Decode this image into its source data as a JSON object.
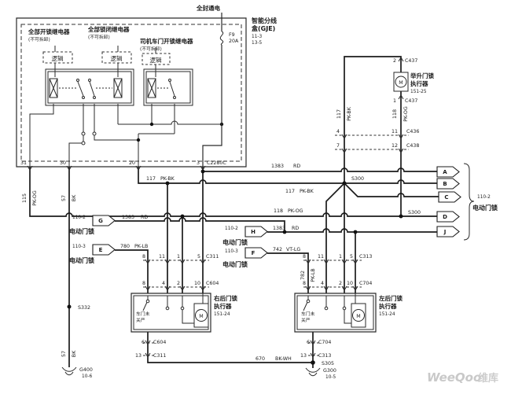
{
  "header": {
    "power_feed": "全封通电",
    "box_name_1": "智能分线",
    "box_name_2": "盒(GJE)",
    "box_ref_1": "11-3",
    "box_ref_2": "13-5",
    "fuse_name": "F9",
    "fuse_rating": "20A"
  },
  "relays": {
    "r1_name": "全部开锁继电器",
    "r1_note": "(不可拆卸)",
    "r2_name": "全部锁闭继电器",
    "r2_note": "(不可拆卸)",
    "r3_name": "司机车门开锁继电器",
    "r3_note": "(不可拆卸)",
    "logic": "逻辑"
  },
  "c2280c": {
    "label": "C2280C",
    "p31": "31",
    "p30": "30",
    "p20": "20",
    "p3": "3"
  },
  "wires": {
    "w115n": "115",
    "w115c": "PK-OG",
    "w57n": "57",
    "w57c": "BK",
    "w117n": "117",
    "w117c": "PK-BK",
    "w118n": "118",
    "w118c": "PK-OG",
    "w1383n": "1383",
    "w1383c": "RD",
    "w780n": "780",
    "w780c": "PK-LB",
    "w742n": "742",
    "w742c": "VT-LG",
    "w782n": "782",
    "w782c": "PK-LB",
    "w670n": "670",
    "w670c": "BK-WH"
  },
  "liftgate": {
    "t1": "举升门锁",
    "t2": "执行器",
    "ref": "151-25",
    "p2": "2",
    "p1": "1",
    "conn": "C437",
    "motor": "M"
  },
  "c436": {
    "label": "C436",
    "pl": "4",
    "pr": "11"
  },
  "c438": {
    "label": "C438",
    "pl": "7",
    "pr": "12"
  },
  "splices": {
    "s300": "S300",
    "s305": "S305",
    "s332": "S332"
  },
  "grounds": {
    "g400n": "G400",
    "g400r": "10-6",
    "g300n": "G300",
    "g300r": "10-5"
  },
  "pages": {
    "p1102": "110-2",
    "p1103": "110-3",
    "system": "电动门锁"
  },
  "conn_letters": {
    "a": "A",
    "b": "B",
    "c": "C",
    "d": "D",
    "j": "J",
    "g": "G",
    "e": "E",
    "h": "H",
    "f": "F"
  },
  "la": {
    "t1": "右后门锁",
    "t2": "执行器",
    "ref": "151-24",
    "ajar1": "车门未",
    "ajar2": "关严",
    "motor": "M",
    "c311": "C311",
    "c604": "C604",
    "p8": "8",
    "p11": "11",
    "p1": "1",
    "p5": "5",
    "p4": "4",
    "p2": "2",
    "p10": "10",
    "p6": "6",
    "p13": "13"
  },
  "ra": {
    "t1": "左后门锁",
    "t2": "执行器",
    "ref": "151-24",
    "ajar1": "车门未",
    "ajar2": "关严",
    "motor": "M",
    "c313": "C313",
    "c704": "C704",
    "p8": "8",
    "p11": "11",
    "p1": "1",
    "p5": "5",
    "p4": "4",
    "p2": "2",
    "p10": "10",
    "p6": "6",
    "p13": "13"
  },
  "watermark": {
    "brand": "WeeQoo",
    "suffix": "维库"
  }
}
